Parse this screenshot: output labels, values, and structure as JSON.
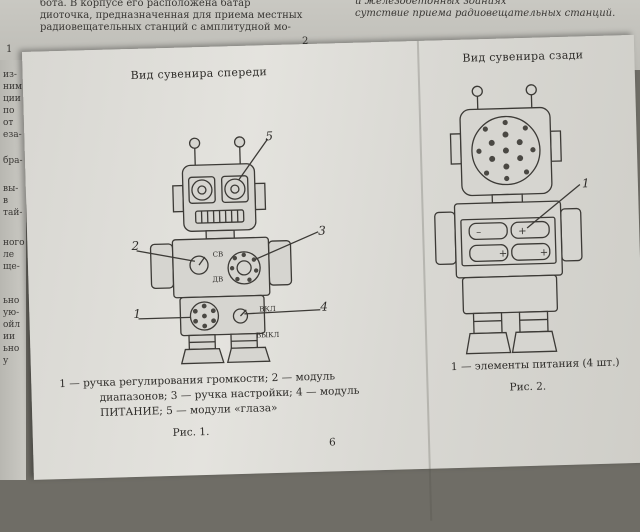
{
  "top_page": {
    "left_lines": [
      "бота. В корпусе его расположена батар",
      "диоточка, предназначенная для приема местных",
      "радиовещательных станций с амплитудной мо-"
    ],
    "right_lines": [
      "и железобетонных зданиях",
      "сутствие приема радиовещательных станций."
    ],
    "page_left": "1",
    "page_right": "2"
  },
  "left_margin_fragments": [
    "из-",
    "ним",
    "ции",
    "по",
    "от",
    "еза-",
    "бра-",
    "вы-",
    "в",
    "тай-",
    "ного",
    "ле",
    "ще-",
    "ьно",
    "ую-",
    "ойл",
    "ии",
    "ьно",
    "у"
  ],
  "figure1": {
    "title": "Вид сувенира спереди",
    "callouts": {
      "c1": "1",
      "c2": "2",
      "c3": "3",
      "c4": "4",
      "c5": "5"
    },
    "labels": {
      "sv": "СВ",
      "dv": "ДВ",
      "vkl": "ВКЛ",
      "vykl": "ВЫКЛ"
    },
    "caption_lines": [
      "1 — ручка регулирования громкости; 2 — модуль",
      "диапазонов; 3 — ручка настройки; 4 — модуль",
      "ПИТАНИЕ; 5 — модули «глаза»"
    ],
    "fig_label": "Рис. 1."
  },
  "figure2": {
    "title": "Вид сувенира сзади",
    "callouts": {
      "c1": "1"
    },
    "caption": "1 — элементы питания (4 шт.)",
    "fig_label": "Рис. 2."
  },
  "page_number": "6"
}
